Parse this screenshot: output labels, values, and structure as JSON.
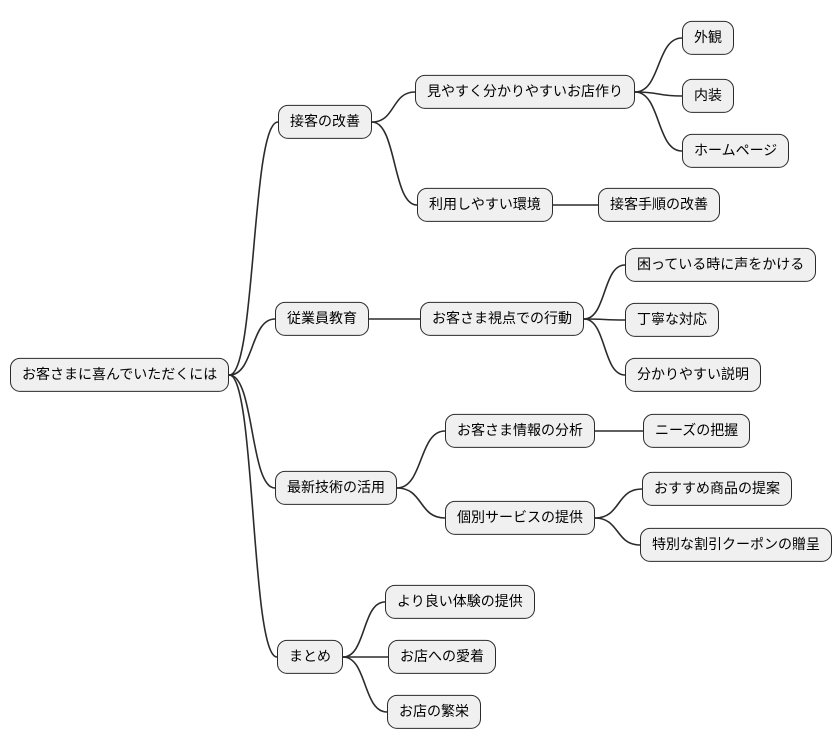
{
  "mindmap": {
    "nodes": {
      "root-goal": {
        "label": "お客さまに喜んでいただくには"
      },
      "service-improvement": {
        "label": "接客の改善"
      },
      "store-design": {
        "label": "見やすく分かりやすいお店作り"
      },
      "exterior": {
        "label": "外観"
      },
      "interior": {
        "label": "内装"
      },
      "homepage": {
        "label": "ホームページ"
      },
      "easy-environment": {
        "label": "利用しやすい環境"
      },
      "procedure-improvement": {
        "label": "接客手順の改善"
      },
      "employee-training": {
        "label": "従業員教育"
      },
      "customer-perspective": {
        "label": "お客さま視点での行動"
      },
      "offer-help": {
        "label": "困っている時に声をかける"
      },
      "polite-response": {
        "label": "丁寧な対応"
      },
      "clear-explanation": {
        "label": "分かりやすい説明"
      },
      "latest-technology": {
        "label": "最新技術の活用"
      },
      "customer-data-analysis": {
        "label": "お客さま情報の分析"
      },
      "needs-grasp": {
        "label": "ニーズの把握"
      },
      "personalized-service": {
        "label": "個別サービスの提供"
      },
      "product-recommendation": {
        "label": "おすすめ商品の提案"
      },
      "discount-coupon": {
        "label": "特別な割引クーポンの贈呈"
      },
      "summary": {
        "label": "まとめ"
      },
      "better-experience": {
        "label": "より良い体験の提供"
      },
      "store-attachment": {
        "label": "お店への愛着"
      },
      "store-prosperity": {
        "label": "お店の繁栄"
      }
    },
    "edges": [
      [
        "root-goal",
        "service-improvement"
      ],
      [
        "root-goal",
        "employee-training"
      ],
      [
        "root-goal",
        "latest-technology"
      ],
      [
        "root-goal",
        "summary"
      ],
      [
        "service-improvement",
        "store-design"
      ],
      [
        "service-improvement",
        "easy-environment"
      ],
      [
        "store-design",
        "exterior"
      ],
      [
        "store-design",
        "interior"
      ],
      [
        "store-design",
        "homepage"
      ],
      [
        "easy-environment",
        "procedure-improvement"
      ],
      [
        "employee-training",
        "customer-perspective"
      ],
      [
        "customer-perspective",
        "offer-help"
      ],
      [
        "customer-perspective",
        "polite-response"
      ],
      [
        "customer-perspective",
        "clear-explanation"
      ],
      [
        "latest-technology",
        "customer-data-analysis"
      ],
      [
        "latest-technology",
        "personalized-service"
      ],
      [
        "customer-data-analysis",
        "needs-grasp"
      ],
      [
        "personalized-service",
        "product-recommendation"
      ],
      [
        "personalized-service",
        "discount-coupon"
      ],
      [
        "summary",
        "better-experience"
      ],
      [
        "summary",
        "store-attachment"
      ],
      [
        "summary",
        "store-prosperity"
      ]
    ]
  },
  "style": {
    "background": "#ffffff",
    "node_fill": "#f0f0f0",
    "node_border": "#2b2b2b",
    "edge_color": "#2b2b2b"
  }
}
